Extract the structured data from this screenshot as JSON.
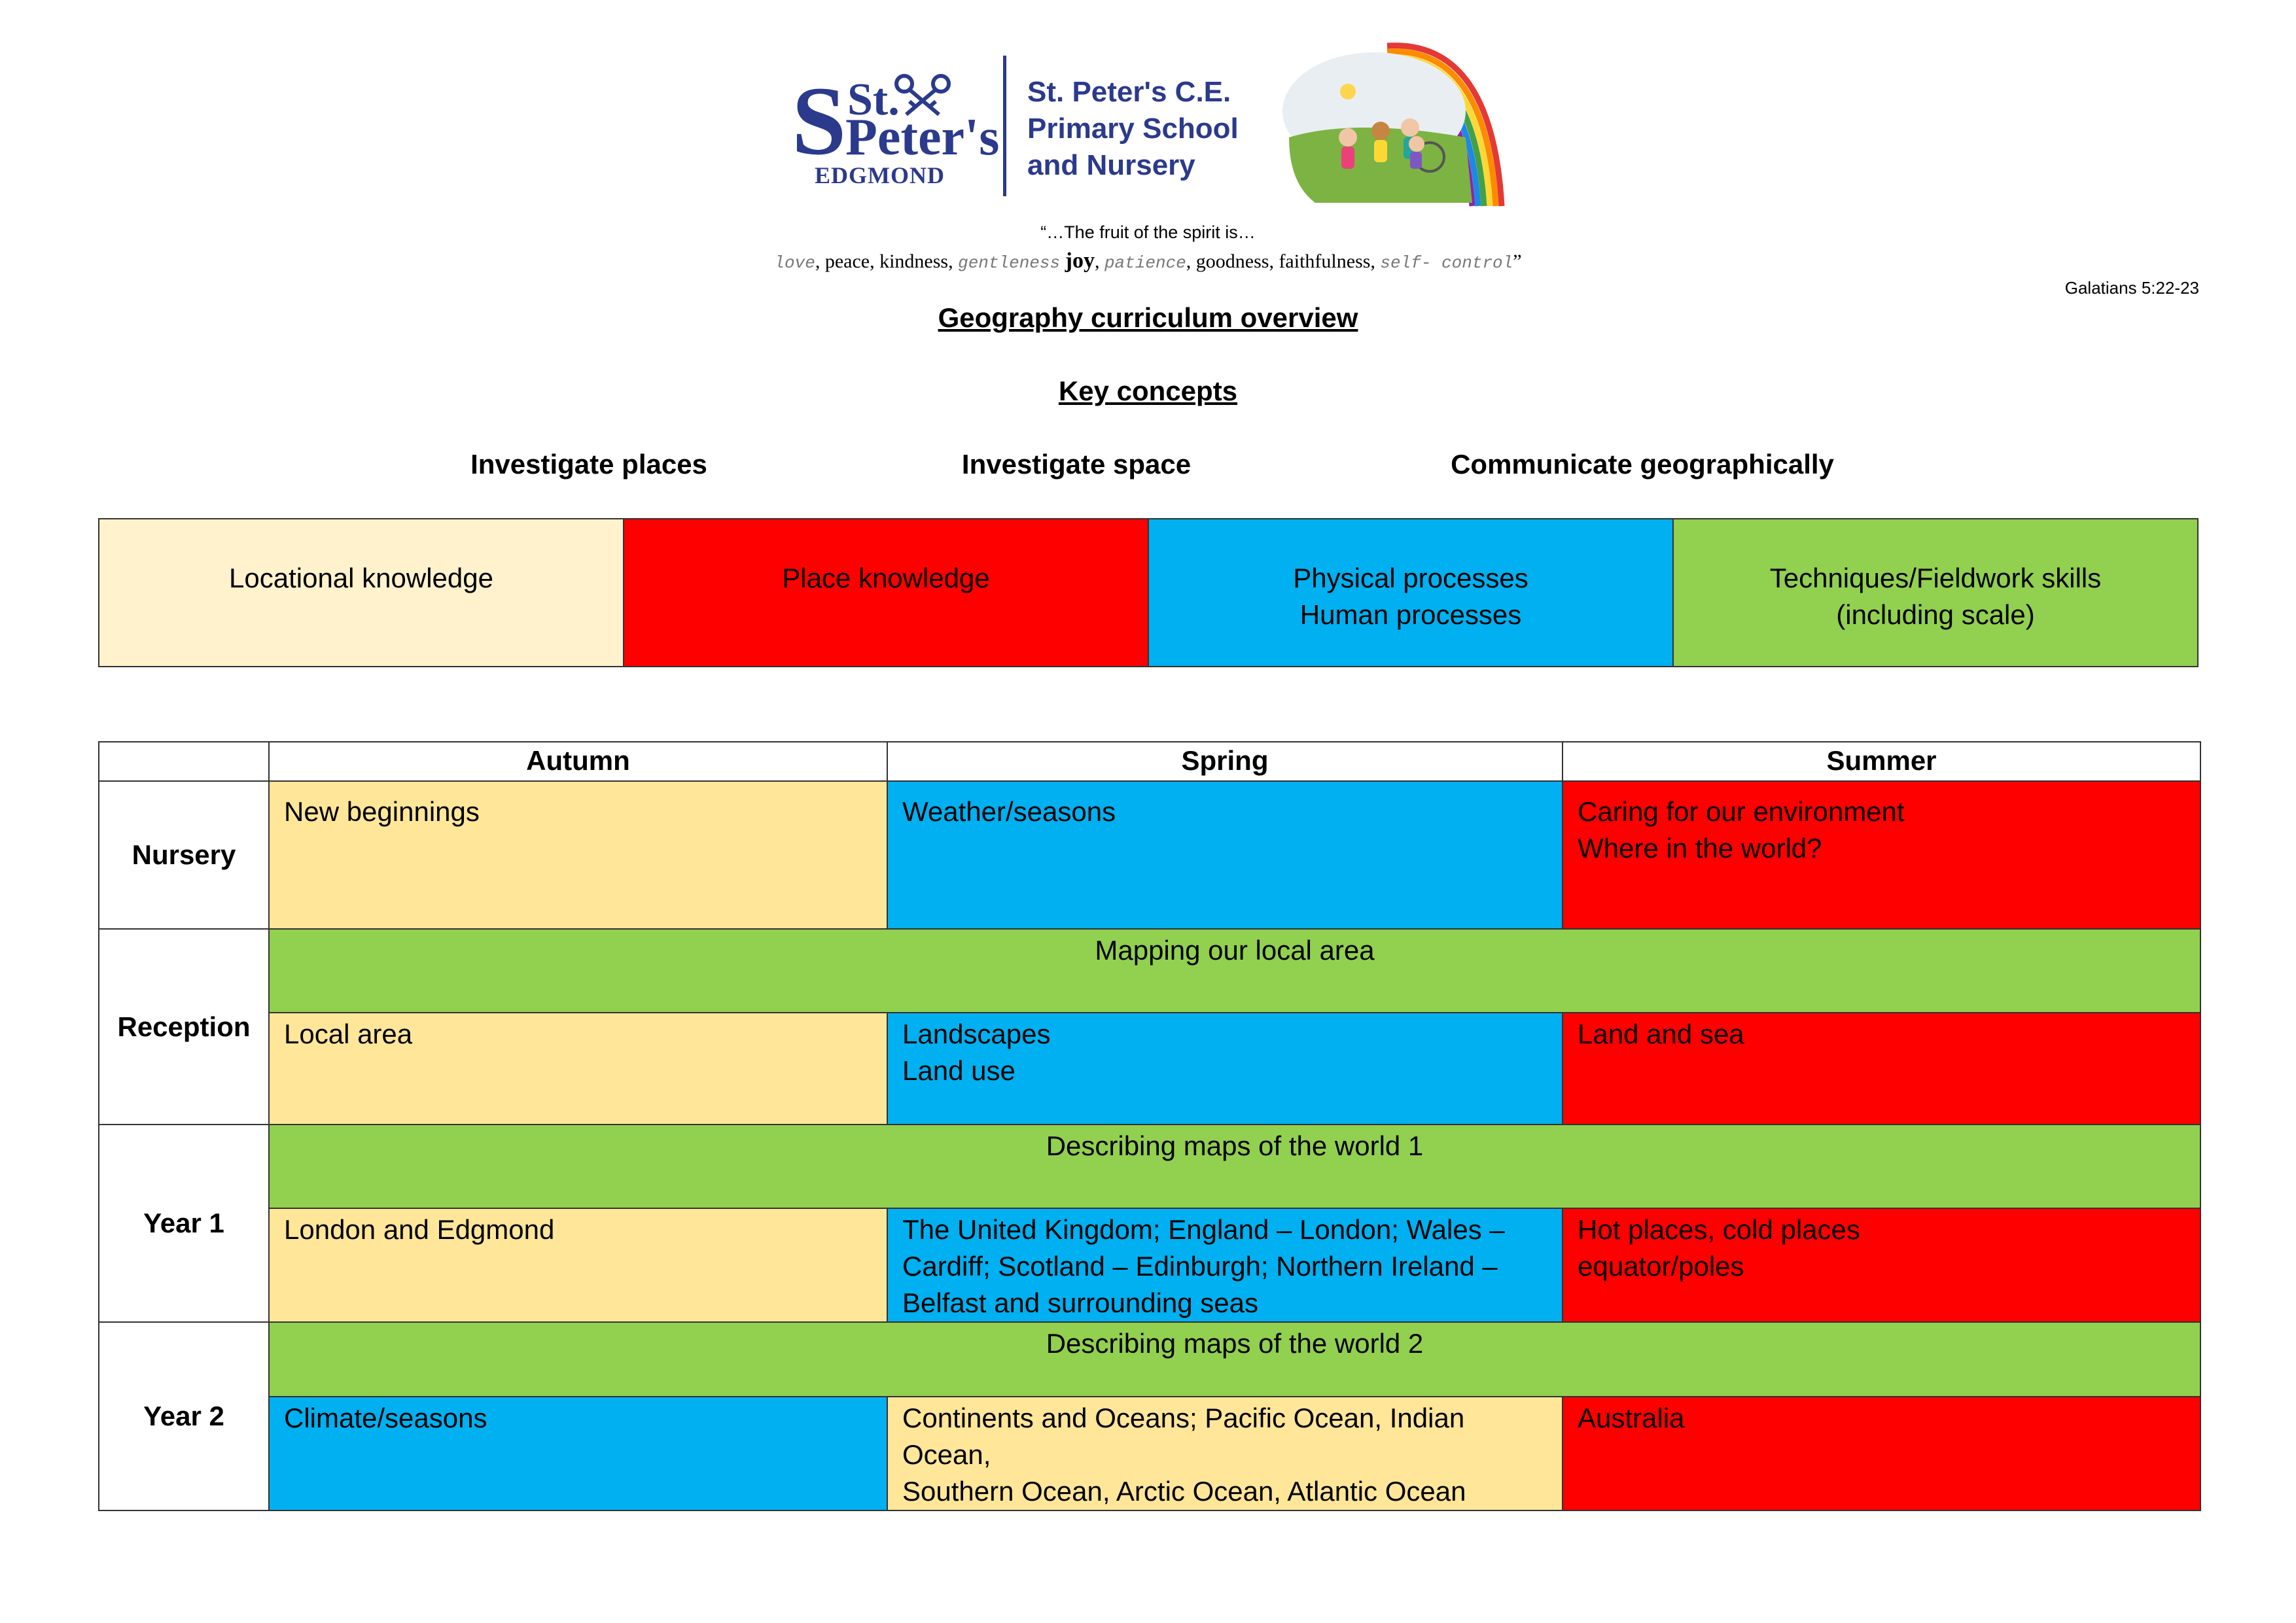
{
  "school": {
    "logo_st": "St.",
    "logo_peters": "Peter's",
    "logo_edgmond": "EDGMOND",
    "name_lines": [
      "St. Peter's C.E.",
      "Primary School",
      "and Nursery"
    ]
  },
  "quote": {
    "line1": "“…The fruit of the spirit is…",
    "words": [
      "love",
      ", peace, kindness, ",
      "gentleness",
      " ",
      "joy",
      ", ",
      "patience",
      ", goodness, faithfulness, ",
      "self- control",
      "”"
    ],
    "reference": "Galatians 5:22-23"
  },
  "title": "Geography curriculum overview",
  "key_concepts_title": "Key concepts",
  "concepts": [
    "Investigate places",
    "Investigate space",
    "Communicate geographically"
  ],
  "key_boxes": [
    {
      "lines": [
        "Locational knowledge"
      ],
      "color": "#fff2cc"
    },
    {
      "lines": [
        "Place knowledge"
      ],
      "color": "#ff0000"
    },
    {
      "lines": [
        "Physical processes",
        "Human processes"
      ],
      "color": "#00b0f0"
    },
    {
      "lines": [
        "Techniques/Fieldwork skills",
        "(including scale)"
      ],
      "color": "#92d050"
    }
  ],
  "table": {
    "headers": [
      "",
      "Autumn",
      "Spring",
      "Summer"
    ],
    "nursery": {
      "year": "Nursery",
      "autumn": [
        "New beginnings"
      ],
      "spring": [
        "Weather/seasons"
      ],
      "summer": [
        "Caring for our environment",
        "Where in the world?"
      ]
    },
    "reception": {
      "year": "Reception",
      "banner": "Mapping our local area",
      "autumn": [
        "Local area"
      ],
      "spring": [
        "Landscapes",
        "Land use"
      ],
      "summer": [
        "Land and sea"
      ]
    },
    "year1": {
      "year": "Year 1",
      "banner": "Describing maps of the world 1",
      "autumn": [
        "London and Edgmond"
      ],
      "spring": [
        "The United Kingdom; England – London; Wales –",
        "Cardiff; Scotland – Edinburgh; Northern Ireland –",
        "Belfast and surrounding seas"
      ],
      "summer": [
        "Hot places, cold places",
        "equator/poles"
      ]
    },
    "year2": {
      "year": "Year 2",
      "banner": "Describing maps of the world 2",
      "autumn": [
        "Climate/seasons"
      ],
      "spring": [
        "Continents and Oceans; Pacific Ocean, Indian Ocean,",
        "Southern Ocean, Arctic Ocean, Atlantic Ocean"
      ],
      "summer": [
        "Australia"
      ]
    }
  },
  "colors": {
    "brand_navy": "#2b3a8c",
    "cream": "#fff2cc",
    "yellow": "#ffe699",
    "red": "#ff0000",
    "blue": "#00b0f0",
    "green": "#92d050"
  }
}
